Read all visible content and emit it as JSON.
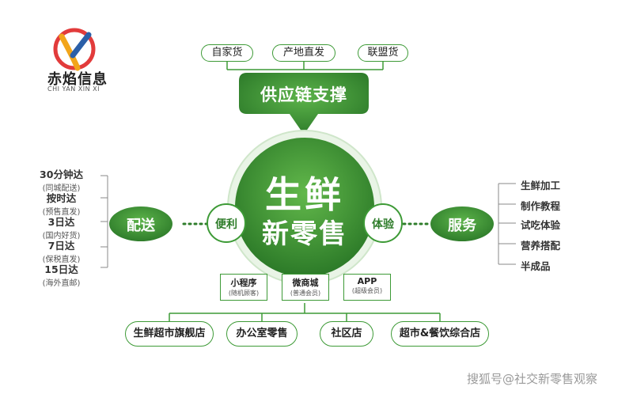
{
  "logo": {
    "name_cn": "赤焰信息",
    "name_en": "CHI YAN XIN XI"
  },
  "supply": {
    "sources": [
      "自家货",
      "产地直发",
      "联盟货"
    ],
    "label": "供应链支撑"
  },
  "center": {
    "line1": "生鲜",
    "line2": "新零售"
  },
  "left": {
    "hub": "便利",
    "label": "配送",
    "items": [
      {
        "title": "30分钟达",
        "sub": "(同城配送)"
      },
      {
        "title": "按时达",
        "sub": "(预售直发)"
      },
      {
        "title": "3日达",
        "sub": "(国内好货)"
      },
      {
        "title": "7日达",
        "sub": "(保税直发)"
      },
      {
        "title": "15日达",
        "sub": "(海外直邮)"
      }
    ]
  },
  "right": {
    "hub": "体验",
    "label": "服务",
    "items": [
      "生鲜加工",
      "制作教程",
      "试吃体验",
      "营养搭配",
      "半成品"
    ]
  },
  "channels": [
    {
      "title": "小程序",
      "sub": "(随机顾客)"
    },
    {
      "title": "微商城",
      "sub": "(普通会员)"
    },
    {
      "title": "APP",
      "sub": "(超级会员)"
    }
  ],
  "stores": [
    "生鲜超市旗舰店",
    "办公室零售",
    "社区店",
    "超市&餐饮综合店"
  ],
  "watermark": "搜狐号@社交新零售观察",
  "colors": {
    "green_dark": "#2f7d2b",
    "green": "#3d9a36",
    "green_light": "#5cb34a"
  }
}
